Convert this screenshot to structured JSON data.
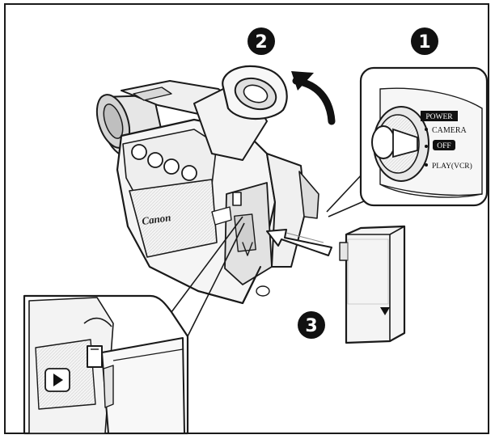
{
  "steps": {
    "step1": "1",
    "step2": "2",
    "step3": "3"
  },
  "dial": {
    "power_label": "POWER",
    "camera_label": "CAMERA",
    "off_label": "OFF",
    "play_label": "PLAY(VCR)"
  },
  "camera": {
    "brand": "Canon"
  },
  "icons": {
    "lift_arrow": "curved-up-arrow-icon",
    "insert_arrow": "insert-arrow-icon",
    "play_button": "play-triangle-icon"
  },
  "colors": {
    "ink": "#1a1a1a",
    "body_fill": "#f2f2f2",
    "shade": "#d9d9d9",
    "badge": "#111111"
  }
}
